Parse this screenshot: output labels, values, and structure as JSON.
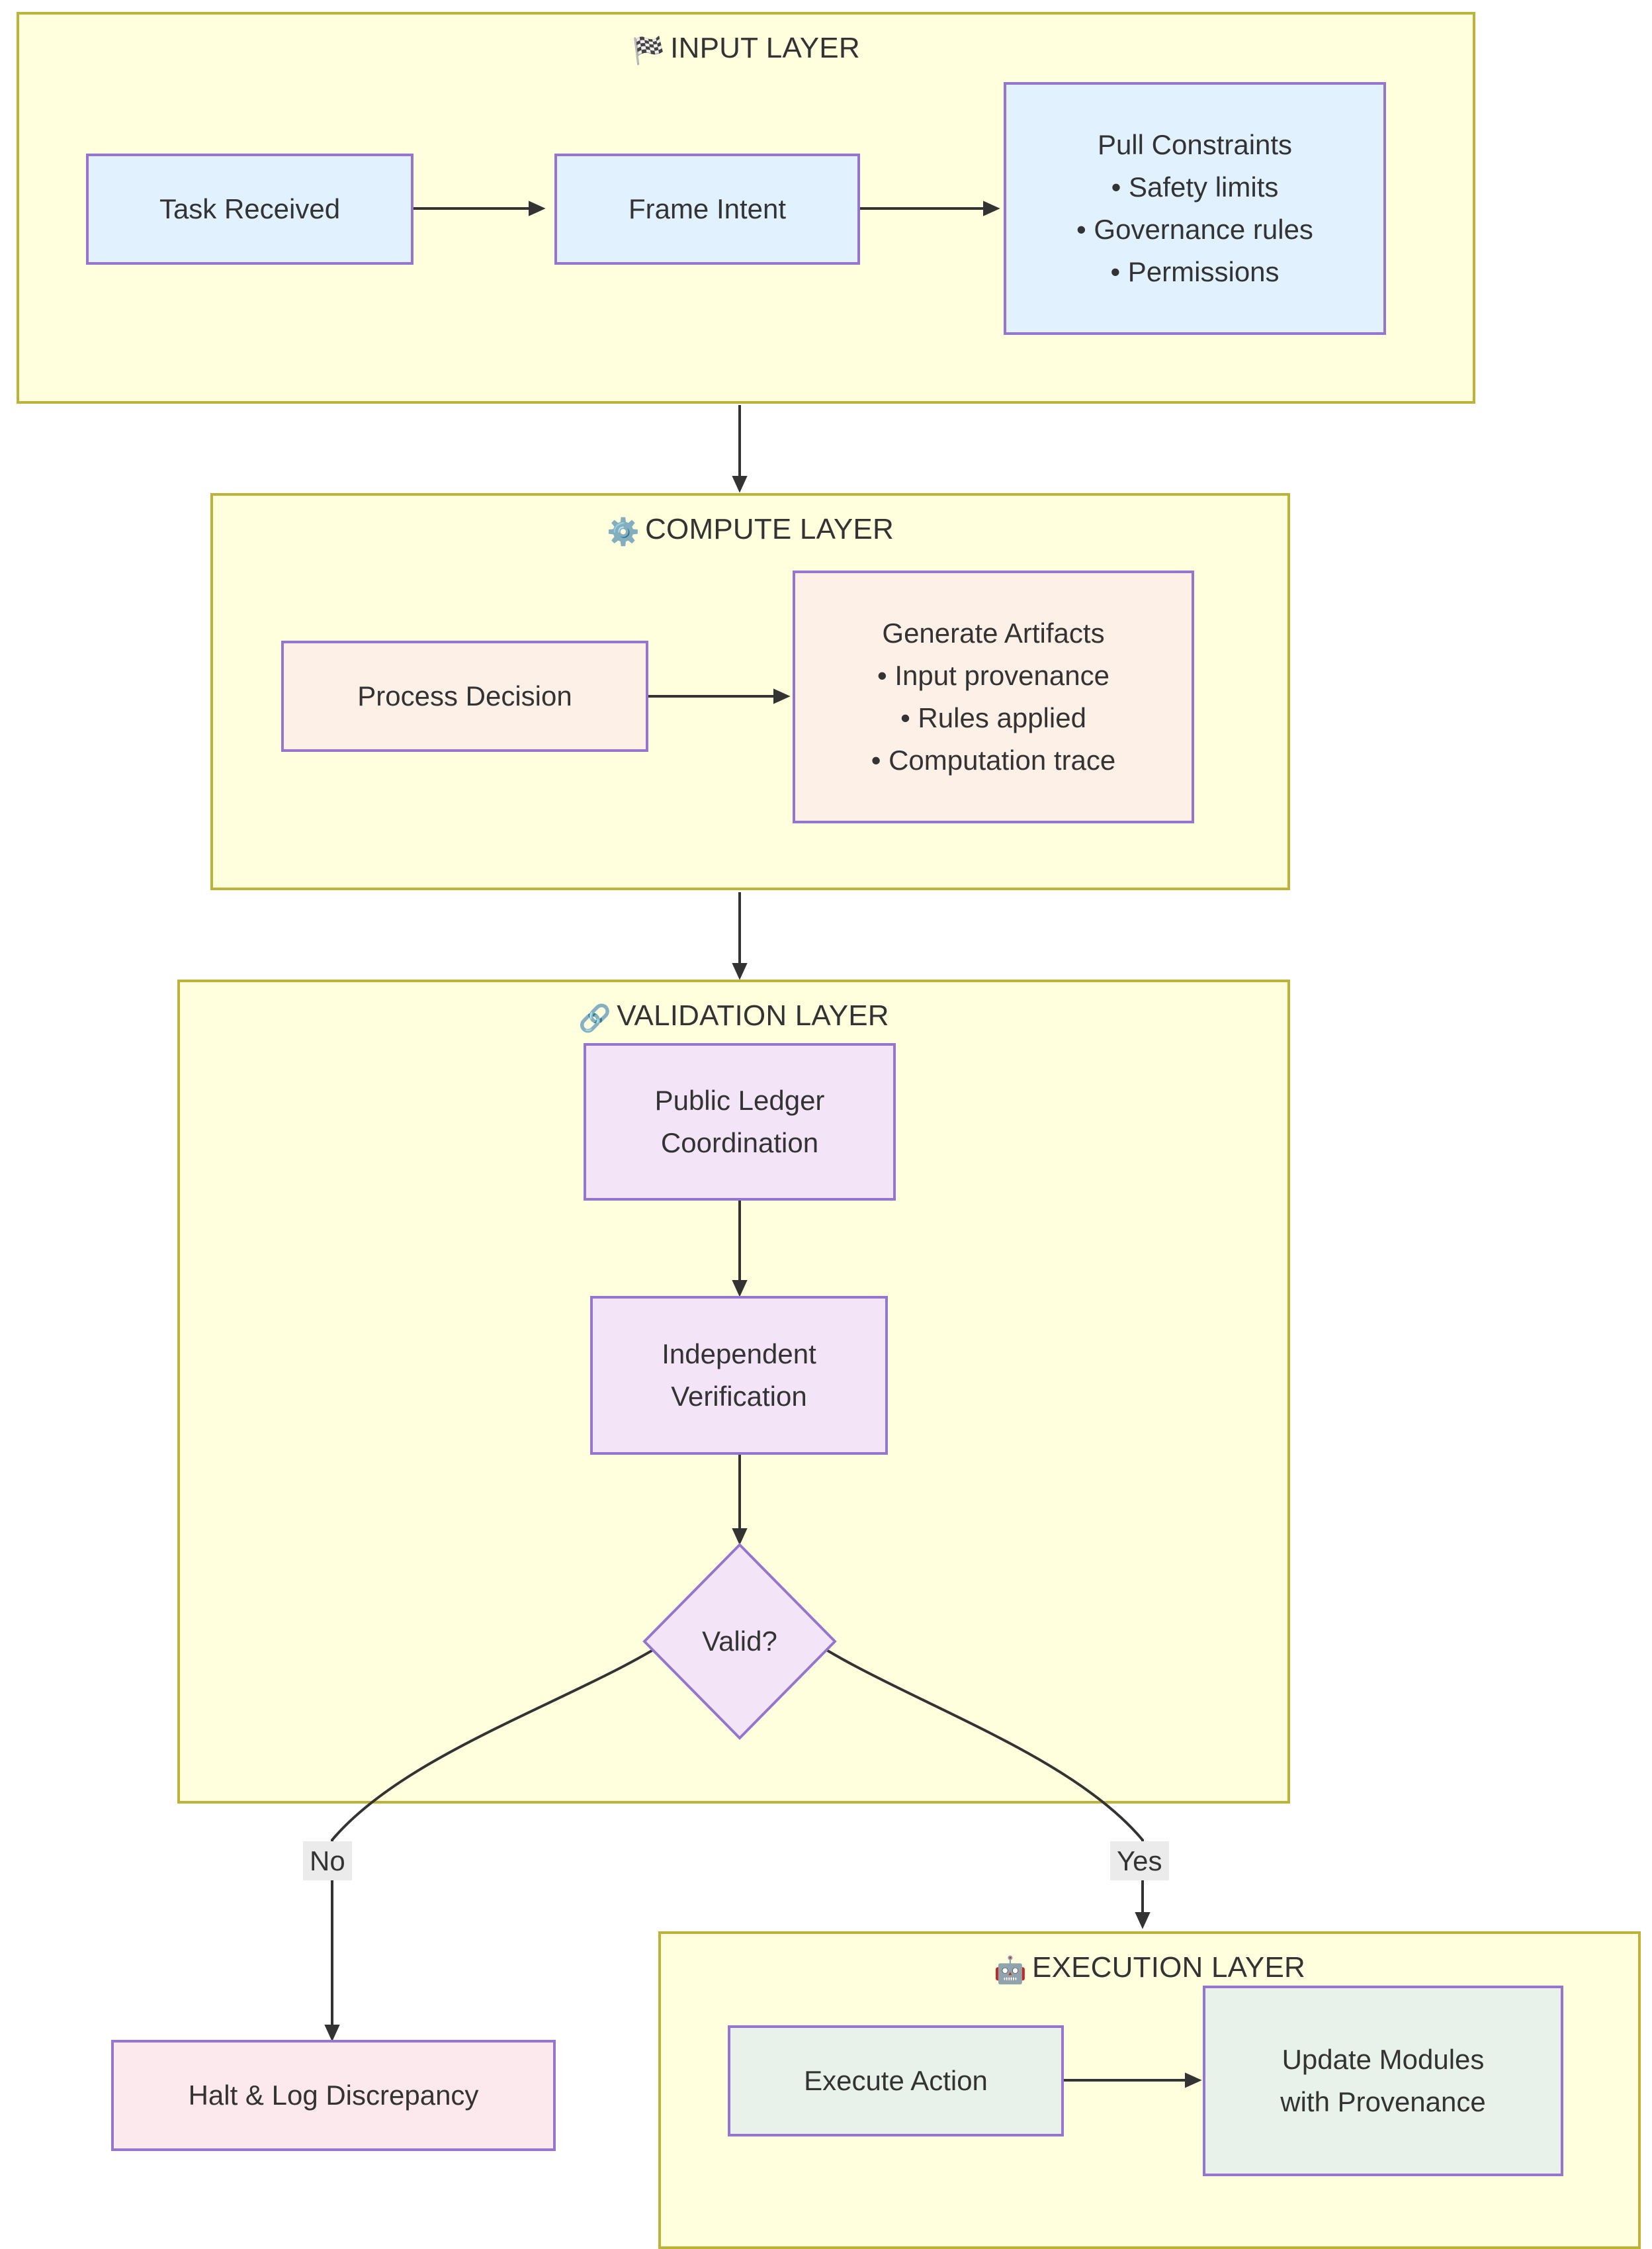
{
  "diagram": {
    "type": "flowchart",
    "direction": "top-down",
    "colors": {
      "layer_fill": "#ffffde",
      "layer_border": "#bdb33a",
      "node_border": "#9575cd",
      "input_fill": "#e1f1fd",
      "compute_fill": "#fdf0e6",
      "validation_fill": "#f3e5f7",
      "execution_fill": "#e8f2ea",
      "halt_fill": "#fce9ee",
      "edge_stroke": "#333333",
      "edge_label_bg": "#ebebeb"
    }
  },
  "layers": [
    {
      "id": "input",
      "emoji": "🏁",
      "title": "INPUT LAYER"
    },
    {
      "id": "compute",
      "emoji": "⚙️",
      "title": "COMPUTE LAYER"
    },
    {
      "id": "validation",
      "emoji": "🔗",
      "title": "VALIDATION LAYER"
    },
    {
      "id": "execution",
      "emoji": "🤖",
      "title": "EXECUTION LAYER"
    }
  ],
  "nodes": {
    "task_received": {
      "label": "Task Received"
    },
    "frame_intent": {
      "label": "Frame Intent"
    },
    "pull_constraints": {
      "title": "Pull Constraints",
      "items": [
        "• Safety limits",
        "• Governance rules",
        "• Permissions"
      ]
    },
    "process_decision": {
      "label": "Process Decision"
    },
    "generate_artifacts": {
      "title": "Generate Artifacts",
      "items": [
        "• Input provenance",
        "• Rules applied",
        "• Computation trace"
      ]
    },
    "public_ledger": {
      "line1": "Public Ledger",
      "line2": "Coordination"
    },
    "independent_verification": {
      "line1": "Independent",
      "line2": "Verification"
    },
    "valid_decision": {
      "label": "Valid?"
    },
    "halt_log": {
      "label": "Halt & Log Discrepancy"
    },
    "execute_action": {
      "label": "Execute Action"
    },
    "update_modules": {
      "line1": "Update Modules",
      "line2": "with Provenance"
    }
  },
  "edge_labels": {
    "no": "No",
    "yes": "Yes"
  }
}
